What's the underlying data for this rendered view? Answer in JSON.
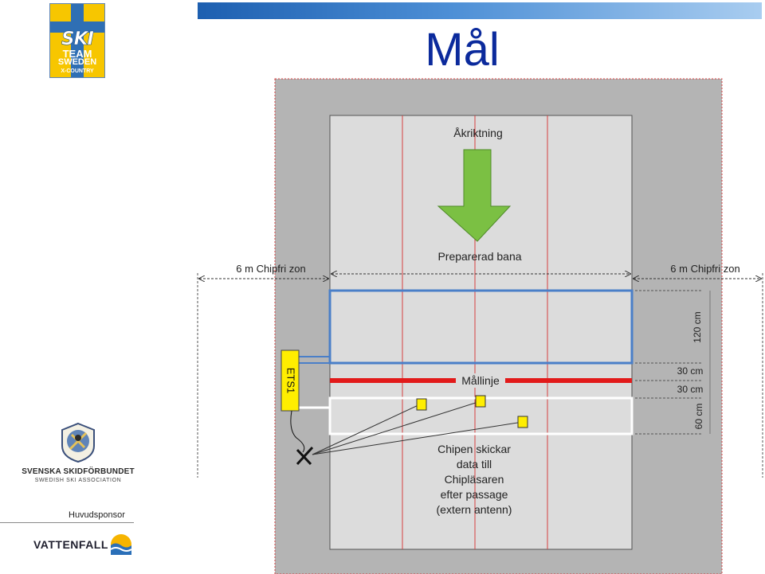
{
  "title": "Mål",
  "logos": {
    "ski_team": {
      "line1": "SKI",
      "line2": "TEAM",
      "line3": "SWEDEN",
      "line4": "X-COUNTRY"
    },
    "federation": {
      "name": "SVENSKA SKIDFÖRBUNDET",
      "subtitle": "SWEDISH SKI ASSOCIATION"
    },
    "sponsor": {
      "label": "Huvudsponsor",
      "name": "VATTENFALL"
    }
  },
  "diagram": {
    "direction_label": "Åkriktning",
    "track_label": "Preparerad bana",
    "zone_left": "6 m Chipfri zon",
    "zone_right": "6 m Chipfri zon",
    "finish_line": "Mållinje",
    "device": "ETS1",
    "dim_1": "120 cm",
    "dim_2": "30 cm",
    "dim_3": "30 cm",
    "dim_4": "60 cm",
    "chip_note": [
      "Chipen skickar",
      "data till",
      "Chipläsaren",
      "efter passage",
      "(extern antenn)"
    ],
    "colors": {
      "arrow": "#7bc043",
      "antenna_frame": "#4a7fc8",
      "finish_line": "#e21a1a",
      "chip": "#ffee00",
      "guide_lines": "#d64040"
    }
  }
}
